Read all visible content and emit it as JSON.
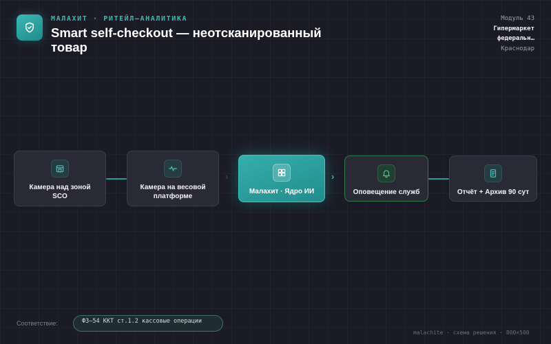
{
  "header": {
    "eyebrow": "МАЛАХИТ · РИТЕЙЛ–АНАЛИТИКА",
    "title": "Smart self-checkout — неотсканированный товар",
    "logo_icon": "shield-check-icon"
  },
  "meta": {
    "module": "Модуль 43",
    "store_line1": "Гипермаркет",
    "store_line2": "федеральн…",
    "city": "Краснодар"
  },
  "flow": [
    {
      "id": "cam-sco",
      "label": "Камера над зоной SCO",
      "icon": "store-icon"
    },
    {
      "id": "cam-scale",
      "label": "Камера на весовой платформе",
      "icon": "pulse-icon"
    },
    {
      "id": "core",
      "label": "Малахит · Ядро ИИ",
      "icon": "grid-icon"
    },
    {
      "id": "notify",
      "label": "Оповещение служб",
      "icon": "bell-icon"
    },
    {
      "id": "report",
      "label": "Отчёт + Архив 90 сут",
      "icon": "document-icon"
    }
  ],
  "compliance": {
    "label": "Соответствие:",
    "value": "ФЗ–54 ККТ ст.1.2 кассовые операции"
  },
  "footer": {
    "text": "malachite · схема решения · 800×500"
  },
  "colors": {
    "accent": "#3fb8b4",
    "core": "#2a9e9c",
    "alert": "#2f7a4e",
    "background": "#1b1b26"
  }
}
